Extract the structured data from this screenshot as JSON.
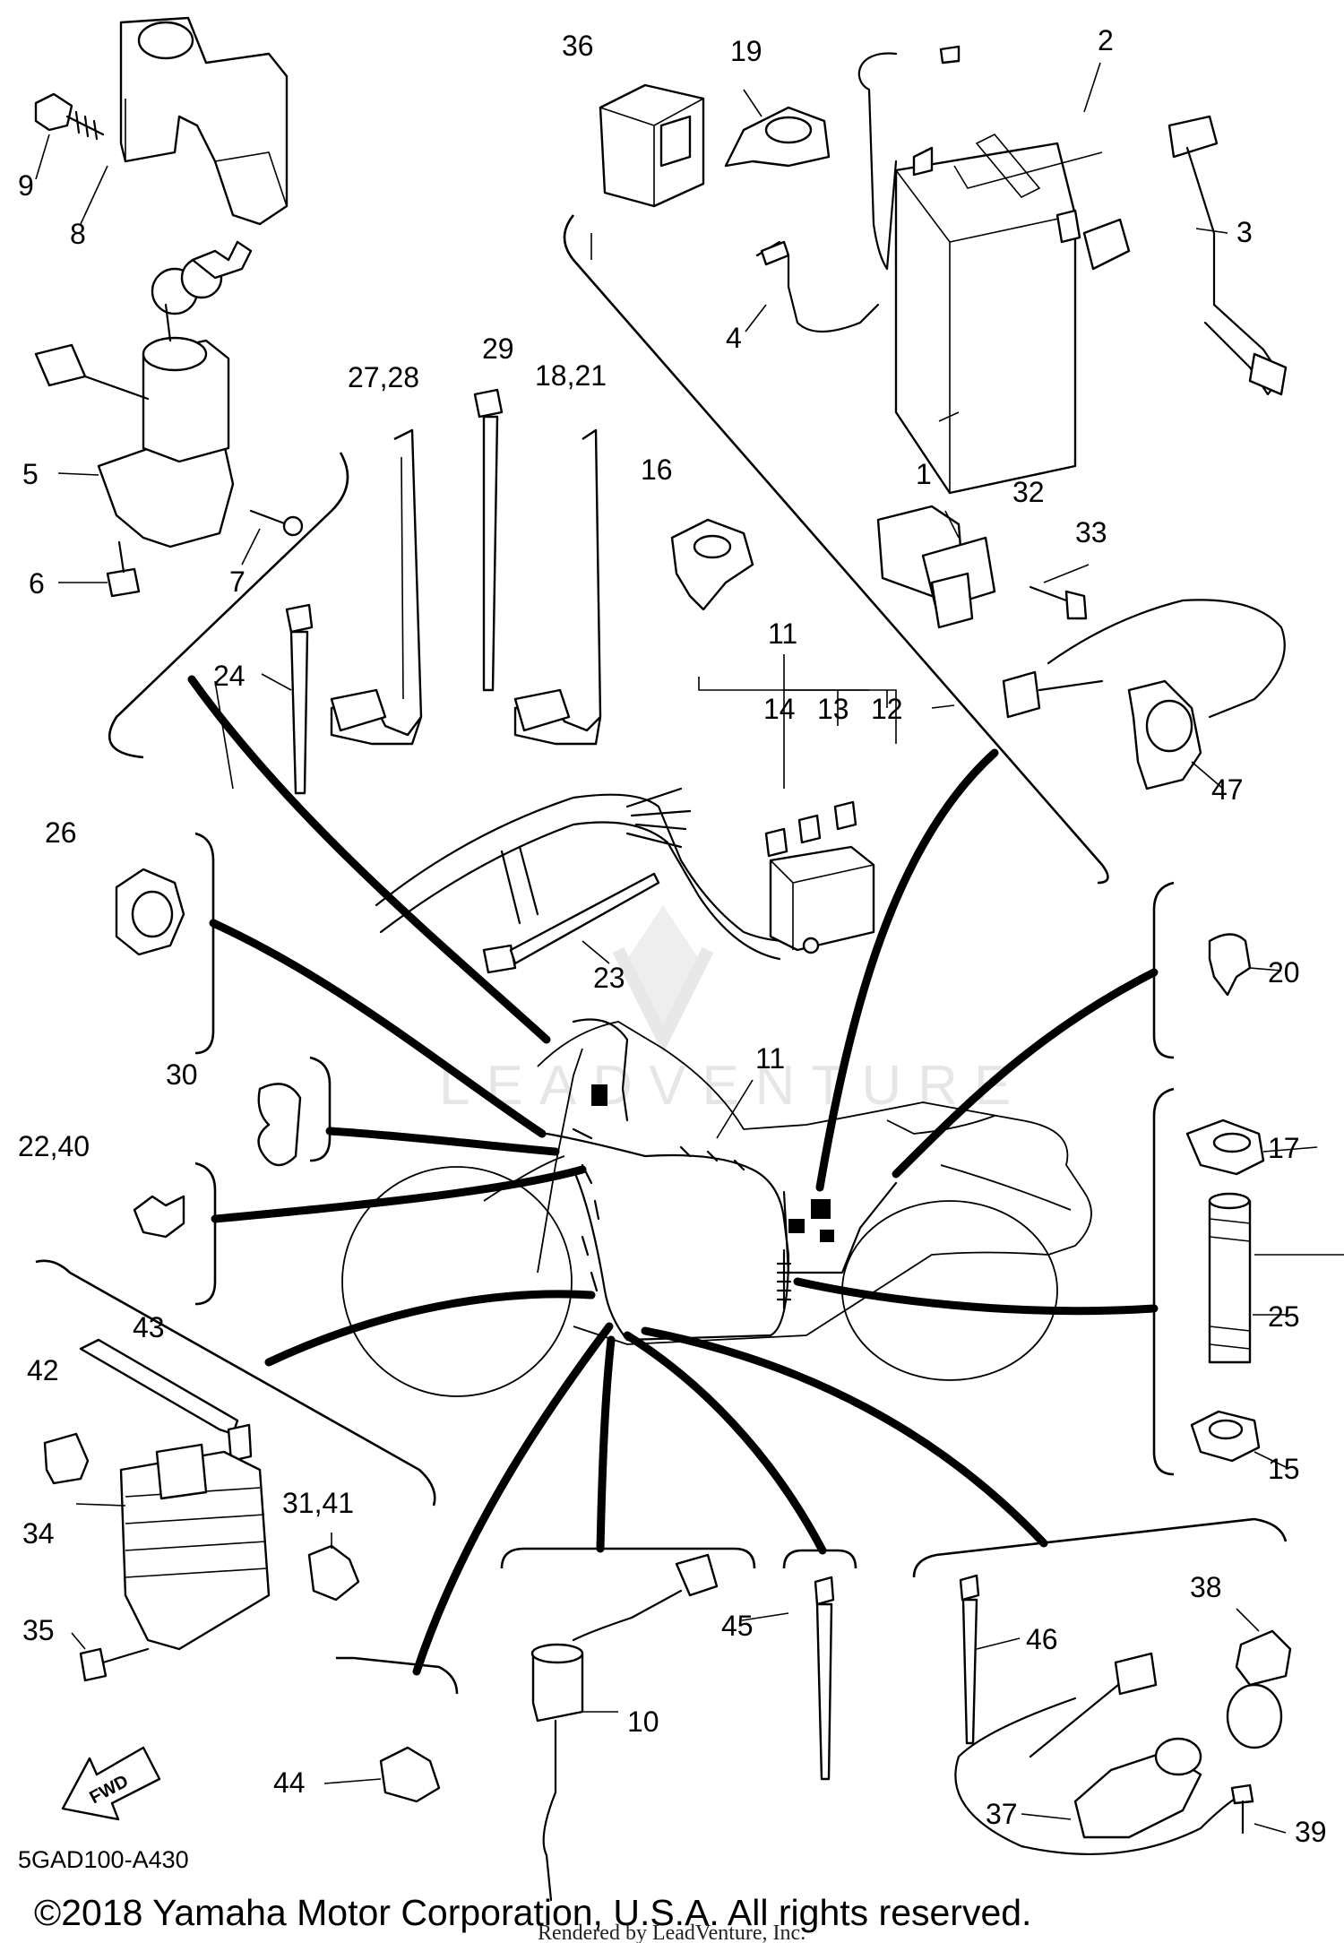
{
  "labels": {
    "l1": "1",
    "l2": "2",
    "l3": "3",
    "l4": "4",
    "l5": "5",
    "l6": "6",
    "l7": "7",
    "l8": "8",
    "l9": "9",
    "l10": "10",
    "l11a": "11",
    "l11b": "11",
    "l12": "12",
    "l13": "13",
    "l14": "14",
    "l15": "15",
    "l16": "16",
    "l17": "17",
    "l18_21": "18,21",
    "l19": "19",
    "l20": "20",
    "l22_40": "22,40",
    "l23": "23",
    "l24": "24",
    "l25": "25",
    "l26": "26",
    "l27_28": "27,28",
    "l29": "29",
    "l30": "30",
    "l31_41": "31,41",
    "l32": "32",
    "l33": "33",
    "l34": "34",
    "l35": "35",
    "l36": "36",
    "l37": "37",
    "l38": "38",
    "l39": "39",
    "l42": "42",
    "l43": "43",
    "l44": "44",
    "l45": "45",
    "l46": "46",
    "l47": "47"
  },
  "fwd_label": "FWD",
  "diagram_code": "5GAD100-A430",
  "copyright": "©2018 Yamaha Motor Corporation, U.S.A. All rights reserved.",
  "rendered_by": "Rendered by LeadVenture, Inc.",
  "watermark": "LEADVENTURE"
}
